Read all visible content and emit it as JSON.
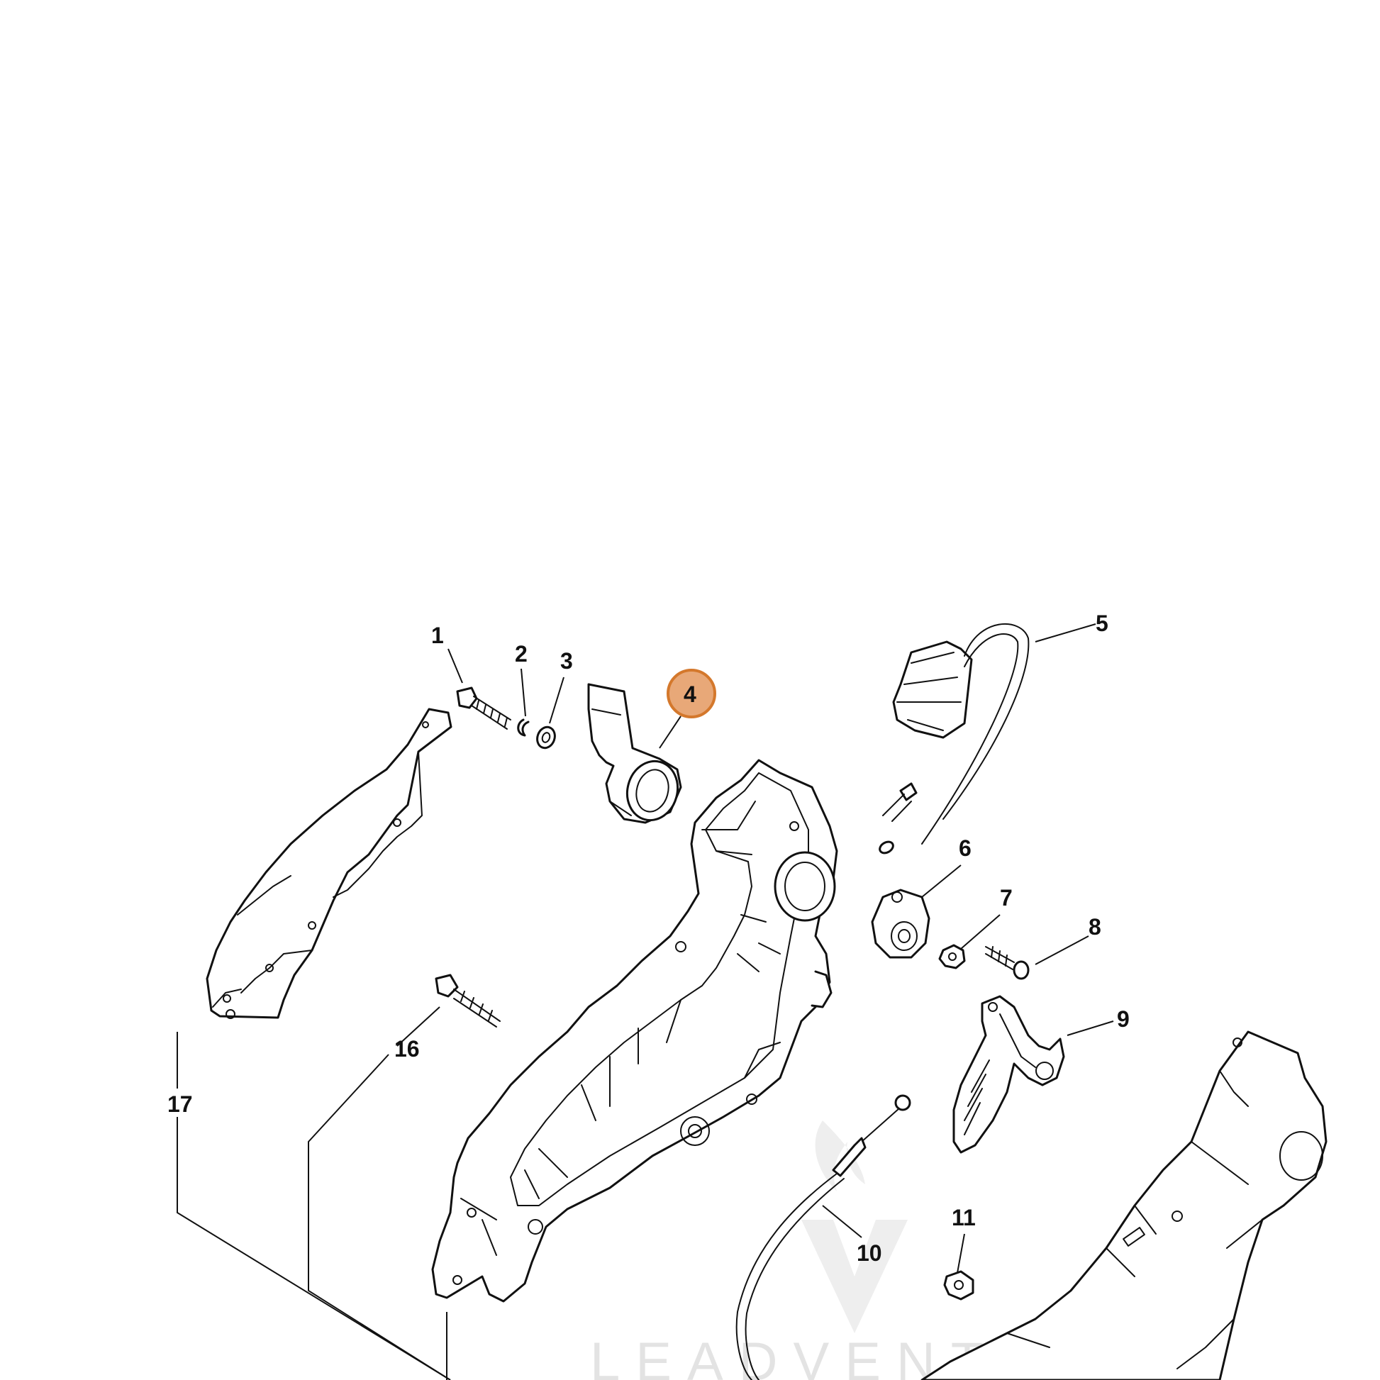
{
  "diagram": {
    "callouts": [
      {
        "id": "1",
        "label": "1"
      },
      {
        "id": "2",
        "label": "2"
      },
      {
        "id": "3",
        "label": "3"
      },
      {
        "id": "4",
        "label": "4",
        "highlighted": true
      },
      {
        "id": "5",
        "label": "5"
      },
      {
        "id": "6",
        "label": "6"
      },
      {
        "id": "7",
        "label": "7"
      },
      {
        "id": "8",
        "label": "8"
      },
      {
        "id": "9",
        "label": "9"
      },
      {
        "id": "10",
        "label": "10"
      },
      {
        "id": "11",
        "label": "11"
      },
      {
        "id": "16",
        "label": "16"
      },
      {
        "id": "17",
        "label": "17"
      }
    ],
    "highlight_color": "#e8a878",
    "highlight_border": "#d4782c",
    "line_color": "#111111",
    "watermark": {
      "text": "LEADVENTURE",
      "color": "#e3e3e3"
    }
  }
}
